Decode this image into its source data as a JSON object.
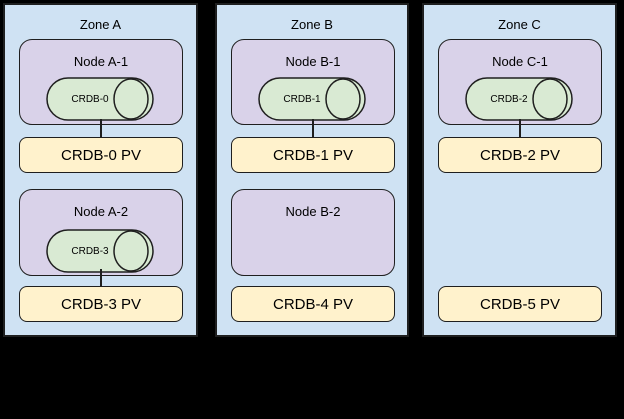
{
  "colors": {
    "page_background": "#000000",
    "zone_fill": "#cfe2f3",
    "node_fill": "#d9d2e9",
    "pod_fill": "#d9ead3",
    "pv_fill": "#fff2cc",
    "border": "#1f1f1f"
  },
  "diagram": {
    "zones": [
      {
        "label": "Zone A",
        "rows": [
          {
            "node": "Node A-1",
            "pod": "CRDB-0",
            "pv": "CRDB-0 PV"
          },
          {
            "node": "Node A-2",
            "pod": "CRDB-3",
            "pv": "CRDB-3 PV"
          }
        ]
      },
      {
        "label": "Zone B",
        "rows": [
          {
            "node": "Node B-1",
            "pod": "CRDB-1",
            "pv": "CRDB-1 PV"
          },
          {
            "node": "Node B-2",
            "pv": "CRDB-4 PV"
          }
        ]
      },
      {
        "label": "Zone C",
        "rows": [
          {
            "node": "Node C-1",
            "pod": "CRDB-2",
            "pv": "CRDB-2 PV"
          },
          {
            "pv": "CRDB-5 PV"
          }
        ]
      }
    ]
  }
}
